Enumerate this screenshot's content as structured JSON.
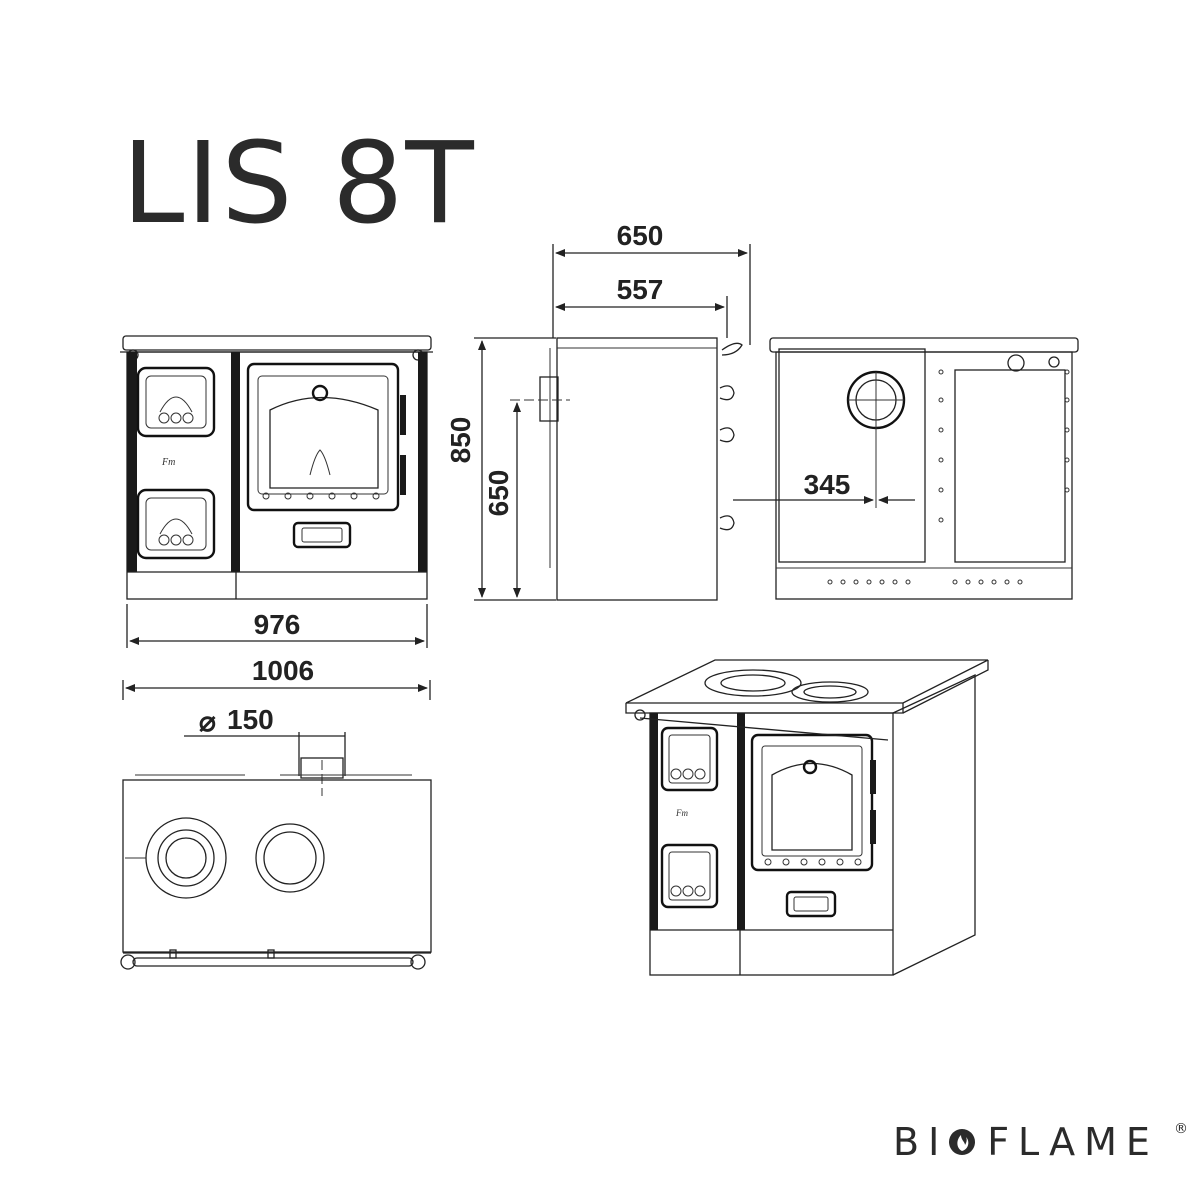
{
  "title": "LIS 8T",
  "dimensions": {
    "depth_total": "650",
    "depth_body": "557",
    "height_total": "850",
    "height_flue": "650",
    "flue_offset": "345",
    "width_body": "976",
    "width_total": "1006",
    "flue_diameter": "150"
  },
  "brand": {
    "name": "BIOFLAME",
    "registered": "®"
  },
  "icons": [
    "flame-logo-icon",
    "registered-mark-icon"
  ]
}
